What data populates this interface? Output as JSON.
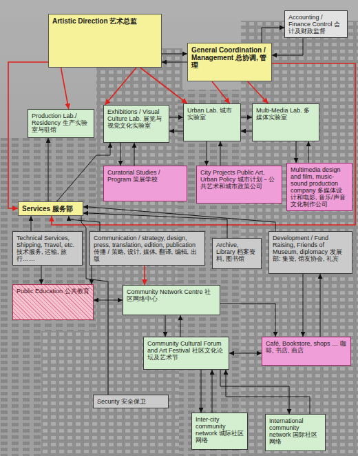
{
  "diagram": {
    "nodes": [
      {
        "text": [
          "Artistic Direction 艺术总监"
        ]
      },
      {
        "text": [
          "General Coordination / Management 总协调, 管理"
        ]
      },
      {
        "text": [
          "Accounting / Finance Control 会计及财政监督"
        ]
      },
      {
        "text": [
          "Production Lab./ Residency 生产实验室与驻馆"
        ]
      },
      {
        "text": [
          "Exhibitions / Visual Culture Lab. 展览与视觉文化实验室"
        ]
      },
      {
        "text": [
          "Urban Lab. 城市实验室"
        ]
      },
      {
        "text": [
          "Multi-Media Lab. 多媒体实验室"
        ]
      },
      {
        "text": [
          "Curatorial Studies / Program 策展学校"
        ]
      },
      {
        "text": [
          "City Projects Public Art, Urban Policy 城市计划－公共艺术和城市政策公司"
        ]
      },
      {
        "text": [
          "Multimedia design and film, music-sound production company 多媒体设计和电影, 音乐/声音文化制作公司"
        ]
      },
      {
        "text": [
          "Services 服务部"
        ]
      },
      {
        "text": [
          "Technical Services, Shipping, Travel, etc. 技术服务, 运输, 旅行……"
        ]
      },
      {
        "text": [
          "Communication / strategy, design, press, translation, edition, publication 传播 / 策略, 设计, 媒体, 翻译, 编辑, 出版"
        ]
      },
      {
        "text": [
          "Archive, Library 档案资料, 图书馆"
        ]
      },
      {
        "text": [
          "Development / Fund Raising, Friends of Museum, diplomacy 发展部: 集资, 馆友协会, 礼宾"
        ]
      },
      {
        "text": [
          "Public Education 公共教育"
        ]
      },
      {
        "text": [
          "Community Network Centre 社区网络中心"
        ]
      },
      {
        "text": [
          "Community Cultural Forum and Art Festival 社区文化论坛及艺术节"
        ]
      },
      {
        "text": [
          "Café, Bookstore, shops … 咖啡, 书店, 商店"
        ]
      },
      {
        "text": [
          "Security 安全保卫"
        ]
      },
      {
        "text": [
          "Inter-city community network 城际社区网络"
        ]
      },
      {
        "text": [
          "International community network 国际社区网络"
        ]
      }
    ],
    "edges": [
      {
        "from": 0,
        "to": 1,
        "arrow": "to"
      },
      {
        "from": 1,
        "to": 0,
        "arrow": "to"
      },
      {
        "from": 1,
        "to": 2,
        "arrow": "to"
      },
      {
        "from": 2,
        "to": 1,
        "arrow": "to"
      },
      {
        "from": 0,
        "to": 3,
        "arrow": "to"
      },
      {
        "from": 0,
        "to": 4,
        "arrow": "to"
      },
      {
        "from": 0,
        "to": 5,
        "arrow": "to"
      },
      {
        "from": 1,
        "to": 5,
        "arrow": "to"
      },
      {
        "from": 1,
        "to": 6,
        "arrow": "to"
      },
      {
        "from": 0,
        "to": 10,
        "arrow": "to"
      },
      {
        "from": 1,
        "to": 10,
        "arrow": "to"
      },
      {
        "from": 4,
        "to": 5,
        "arrow": "to"
      },
      {
        "from": 5,
        "to": 4,
        "arrow": "to"
      },
      {
        "from": 5,
        "to": 6,
        "arrow": "to"
      },
      {
        "from": 6,
        "to": 5,
        "arrow": "to"
      },
      {
        "from": 4,
        "to": 7,
        "arrow": "to"
      },
      {
        "from": 7,
        "to": 4,
        "arrow": "to"
      },
      {
        "from": 5,
        "to": 8,
        "arrow": "to"
      },
      {
        "from": 8,
        "to": 5,
        "arrow": "to"
      },
      {
        "from": 6,
        "to": 9,
        "arrow": "to"
      },
      {
        "from": 9,
        "to": 6,
        "arrow": "to"
      },
      {
        "from": 10,
        "to": 3,
        "arrow": "to"
      },
      {
        "from": 10,
        "to": 4,
        "arrow": "to"
      },
      {
        "from": 11,
        "to": 10,
        "arrow": "to"
      },
      {
        "from": 12,
        "to": 10,
        "arrow": "to"
      },
      {
        "from": 13,
        "to": 10,
        "arrow": "to"
      },
      {
        "from": 14,
        "to": 10,
        "arrow": "to"
      },
      {
        "from": 11,
        "to": 15,
        "arrow": "to"
      },
      {
        "from": 12,
        "to": 15,
        "arrow": "to"
      },
      {
        "from": 12,
        "to": 16,
        "arrow": "to"
      },
      {
        "from": 15,
        "to": 16,
        "arrow": "both"
      },
      {
        "from": 16,
        "to": 17,
        "arrow": "to"
      },
      {
        "from": 17,
        "to": 16,
        "arrow": "to"
      },
      {
        "from": 16,
        "to": 18,
        "arrow": "to"
      },
      {
        "from": 17,
        "to": 18,
        "arrow": "both"
      },
      {
        "from": 14,
        "to": 18,
        "arrow": "to"
      },
      {
        "from": 18,
        "to": 14,
        "arrow": "to"
      },
      {
        "from": 17,
        "to": 20,
        "arrow": "to"
      },
      {
        "from": 20,
        "to": 17,
        "arrow": "to"
      },
      {
        "from": 17,
        "to": 21,
        "arrow": "to"
      },
      {
        "from": 21,
        "to": 17,
        "arrow": "to"
      },
      {
        "from": 10,
        "to": 19,
        "arrow": "none"
      }
    ]
  }
}
